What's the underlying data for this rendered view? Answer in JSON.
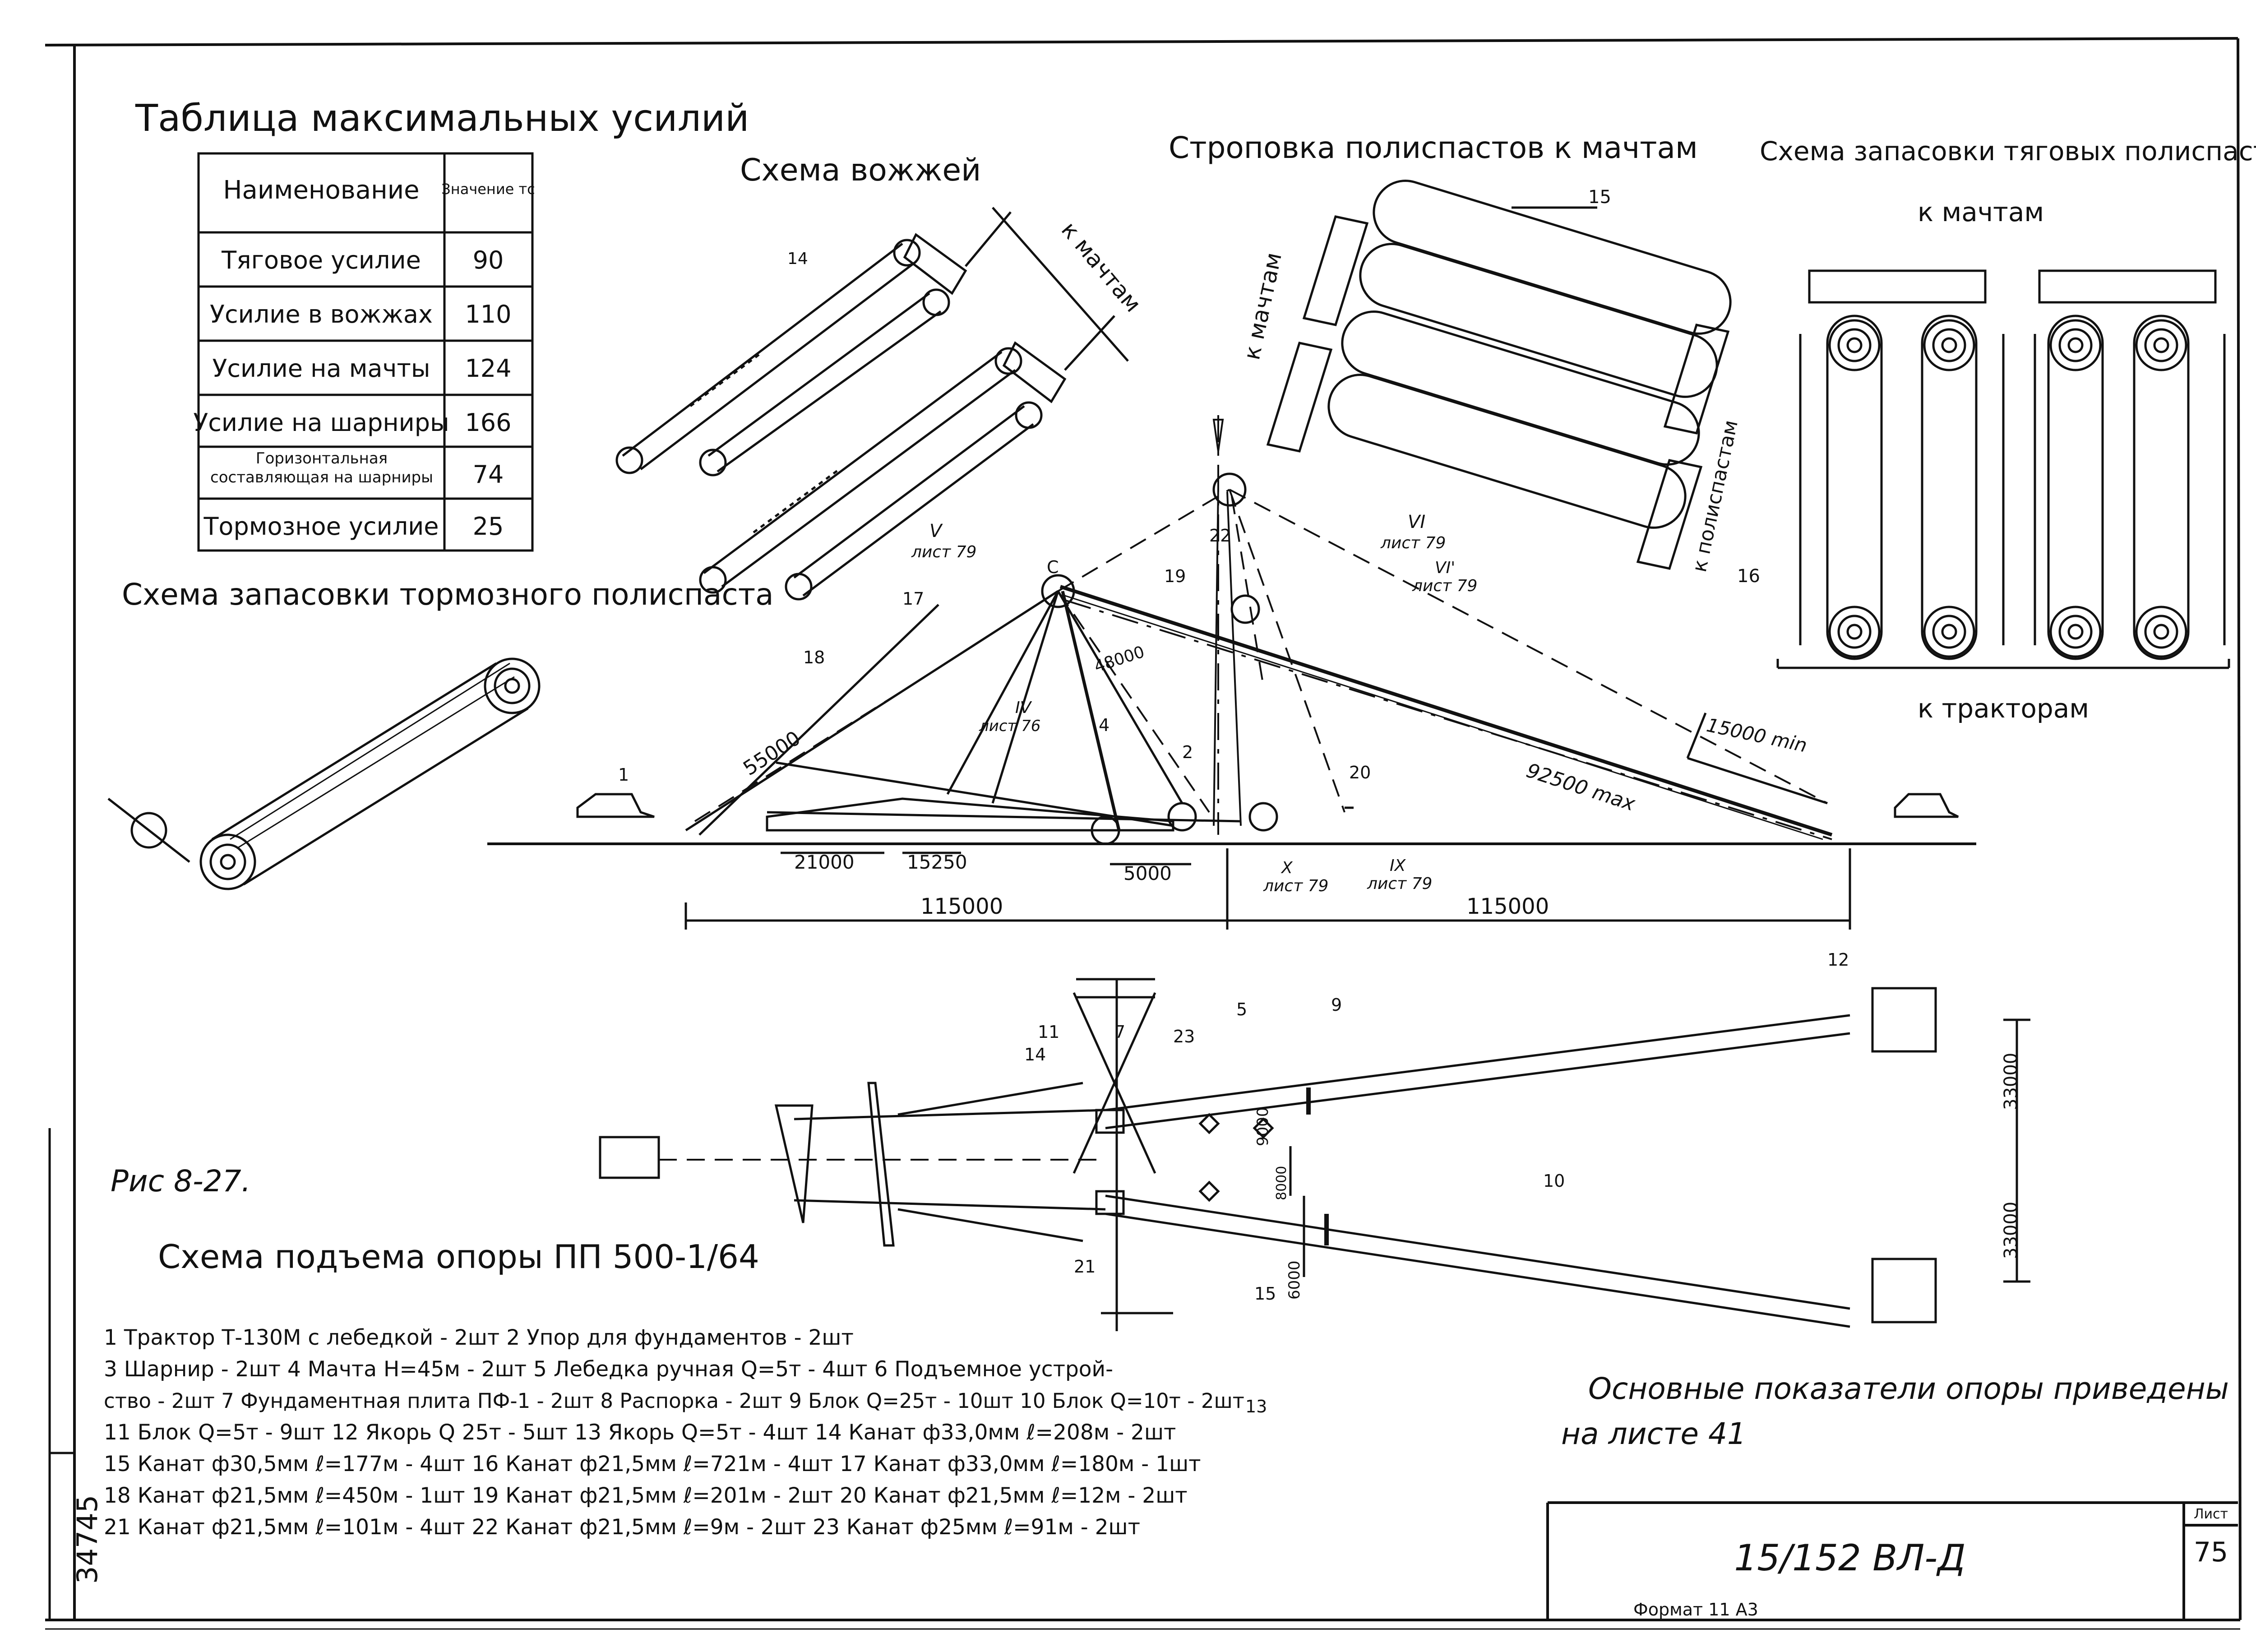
{
  "table": {
    "title": "Таблица максимальных усилий",
    "header_name": "Наименование",
    "header_value": "Значение тс",
    "rows": [
      {
        "name": "Тяговое усилие",
        "value": "90"
      },
      {
        "name": "Усилие в вожжах",
        "value": "110"
      },
      {
        "name": "Усилие на мачты",
        "value": "124"
      },
      {
        "name": "Усилие на шарниры",
        "value": "166"
      },
      {
        "name": "Горизонтальная составляющая на шарниры",
        "value": "74"
      },
      {
        "name": "Тормозное усилие",
        "value": "25"
      }
    ]
  },
  "titles": {
    "reins": "Схема вожжей",
    "slinging": "Строповка полиспастов к мачтам",
    "traction": "Схема запасовки тяговых полиспастов",
    "traction_sub": "к мачтам",
    "brake": "Схема запасовки тормозного полиспаста",
    "figure": "Рис 8-27.",
    "scheme": "Схема подъема опоры   ПП 500-1/64"
  },
  "labels": {
    "k_machtam": "к мачтам",
    "k_poliss": "к полиспастам",
    "k_traktoram": "к тракторам",
    "n14": "14",
    "n15": "15",
    "n16": "16",
    "v_list": "V",
    "vi_list": "VI",
    "vi2_list": "VI'",
    "iv_list": "IV",
    "x_list": "X",
    "ix_list": "IX",
    "list79": "лист 79",
    "list76": "лист 76",
    "d55000": "55000",
    "d48000": "48000",
    "d92500": "92500 max",
    "d15000": "15000 min",
    "d21000": "21000",
    "d15250": "15250",
    "d5000": "5000",
    "d115a": "115000",
    "d115b": "115000",
    "d33000a": "33000",
    "d33000b": "33000",
    "d9000": "9000",
    "d6000": "6000",
    "d8000": "8000"
  },
  "parts": [
    "1 Трактор Т-130М с лебедкой - 2шт 2 Упор для фундаментов - 2шт",
    "3 Шарнир - 2шт 4 Мачта Н=45м - 2шт 5 Лебедка ручная Q=5т - 4шт 6 Подъемное устрой-",
    "ство - 2шт 7 Фундаментная плита ПФ-1 - 2шт 8 Распорка - 2шт 9 Блок Q=25т - 10шт 10 Блок Q=10т - 2шт",
    "11 Блок Q=5т - 9шт 12 Якорь Q 25т - 5шт 13 Якорь Q=5т - 4шт 14 Канат ф33,0мм ℓ=208м - 2шт",
    "15 Канат ф30,5мм ℓ=177м - 4шт 16 Канат ф21,5мм ℓ=721м - 4шт 17 Канат ф33,0мм ℓ=180м - 1шт",
    "18 Канат ф21,5мм ℓ=450м - 1шт 19 Канат ф21,5мм ℓ=201м - 2шт 20 Канат ф21,5мм ℓ=12м - 2шт",
    "21 Канат ф21,5мм ℓ=101м - 4шт 22 Канат ф21,5мм ℓ=9м - 2шт  23 Канат ф25мм ℓ=91м - 2шт"
  ],
  "note": {
    "line1": "Основные показатели опоры приведены",
    "line2": "на листе 41"
  },
  "stamp": {
    "code": "15/152 ВЛ-Д",
    "sheet_label": "Лист",
    "sheet": "75",
    "inv": "34745",
    "format": "Формат 11 А3"
  }
}
